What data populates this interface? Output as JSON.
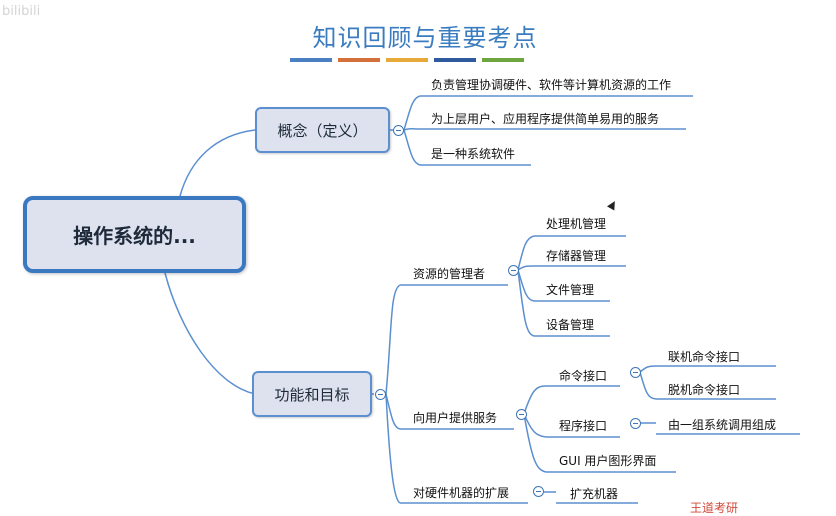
{
  "watermark_top": "bilibili",
  "title": "知识回顾与重要考点",
  "title_bar_colors": [
    "#4a7fc1",
    "#d4703a",
    "#e7a93a",
    "#2f5a9e",
    "#6ea53f"
  ],
  "root": {
    "label": "操作系统的..."
  },
  "concept": {
    "label": "概念（定义）",
    "items": [
      "负责管理协调硬件、软件等计算机资源的工作",
      "为上层用户、应用程序提供简单易用的服务",
      "是一种系统软件"
    ]
  },
  "functions": {
    "label": "功能和目标",
    "resource_manager": {
      "label": "资源的管理者",
      "items": [
        "处理机管理",
        "存储器管理",
        "文件管理",
        "设备管理"
      ]
    },
    "user_services": {
      "label": "向用户提供服务",
      "command_interface": {
        "label": "命令接口",
        "items": [
          "联机命令接口",
          "脱机命令接口"
        ]
      },
      "program_interface": {
        "label": "程序接口",
        "items": [
          "由一组系统调用组成"
        ]
      },
      "gui": "GUI 用户图形界面"
    },
    "hardware_extension": {
      "label": "对硬件机器的扩展",
      "items": [
        "扩充机器"
      ]
    }
  },
  "watermark_bottom": "王道考研"
}
